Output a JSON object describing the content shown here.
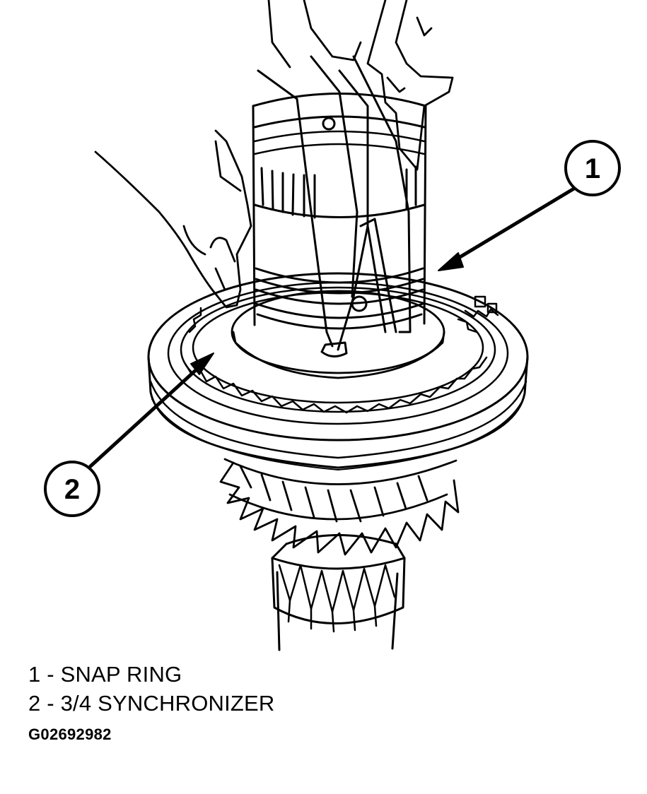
{
  "callouts": [
    {
      "number": "1",
      "label": "SNAP RING"
    },
    {
      "number": "2",
      "label": "3/4 SYNCHRONIZER"
    }
  ],
  "legend": [
    {
      "text": "1 - SNAP RING"
    },
    {
      "text": "2 - 3/4 SYNCHRONIZER"
    }
  ],
  "figure_id": "G02692982",
  "colors": {
    "ink": "#000000",
    "paper": "#ffffff"
  }
}
